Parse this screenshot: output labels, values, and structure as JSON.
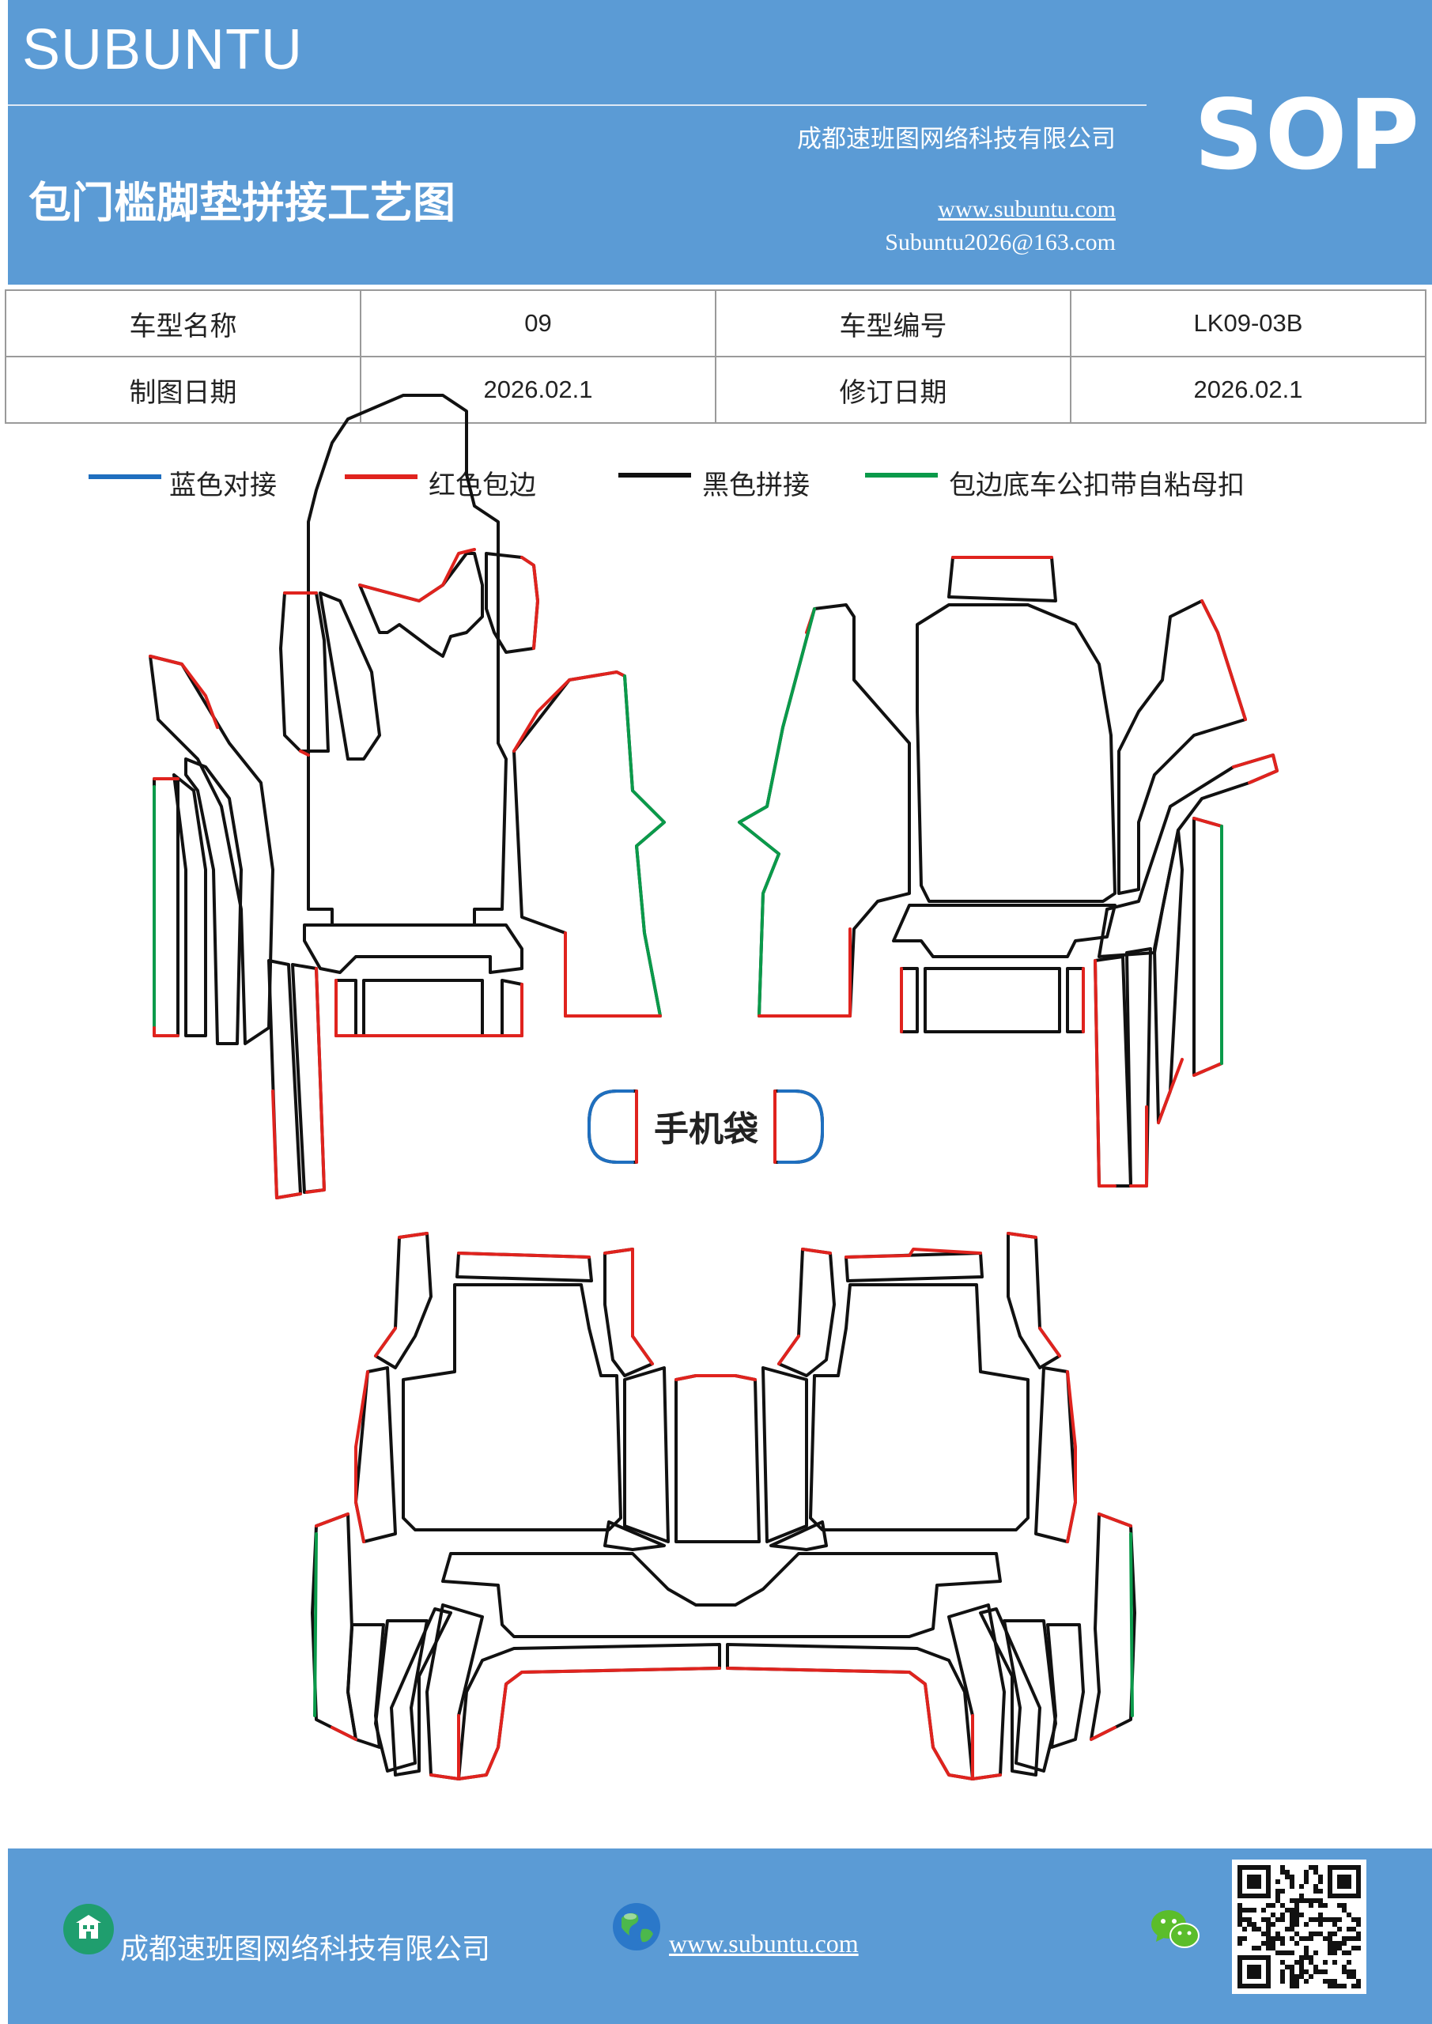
{
  "header": {
    "brand": "SUBUNTU",
    "company": "成都速班图网络科技有限公司",
    "title": "包门槛脚垫拼接工艺图",
    "website": "www.subuntu.com",
    "email": "Subuntu2026@163.com",
    "badge": "SOP",
    "background_color": "#5b9bd5"
  },
  "info_table": {
    "rows": [
      [
        {
          "label": "车型名称",
          "value": "09"
        },
        {
          "label": "车型编号",
          "value": "LK09-03B"
        }
      ],
      [
        {
          "label": "制图日期",
          "value": "2026.02.1"
        },
        {
          "label": "修订日期",
          "value": "2026.02.1"
        }
      ]
    ]
  },
  "legend": [
    {
      "label": "蓝色对接",
      "color": "#1f6fbf"
    },
    {
      "label": "红色包边",
      "color": "#e0231e"
    },
    {
      "label": "黑色拼接",
      "color": "#111111"
    },
    {
      "label": "包边底车公扣带自粘母扣",
      "color": "#0a9a4a"
    }
  ],
  "diagram": {
    "phone_pocket_label": "手机袋"
  },
  "footer": {
    "company": "成都速班图网络科技有限公司",
    "website": "www.subuntu.com",
    "icons": [
      "building-icon",
      "globe-icon",
      "wechat-icon",
      "qr-code"
    ]
  }
}
